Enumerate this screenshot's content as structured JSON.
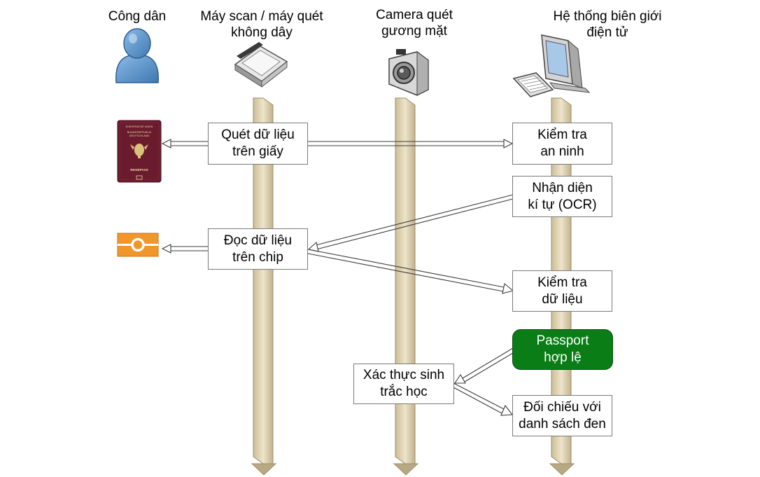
{
  "actors": {
    "citizen": "Công dân",
    "scanner": [
      "Máy scan / máy quét",
      "không dây"
    ],
    "camera": [
      "Camera quét",
      "gương mặt"
    ],
    "system": [
      "Hệ thống biên giới",
      "điện tử"
    ]
  },
  "boxes": {
    "scan_paper": [
      "Quét dữ liệu",
      "trên giấy"
    ],
    "security_check": [
      "Kiểm tra",
      "an ninh"
    ],
    "ocr": [
      "Nhận diện",
      "kí tự (OCR)"
    ],
    "read_chip": [
      "Đọc dữ liệu",
      "trên chip"
    ],
    "data_check": [
      "Kiểm tra",
      "dữ liệu"
    ],
    "passport_valid": [
      "Passport",
      "hợp lệ"
    ],
    "biometric": [
      "Xác thực sinh",
      "trắc học"
    ],
    "blacklist": [
      "Đối chiếu với",
      "danh sách đen"
    ]
  },
  "passport_cover": {
    "union": "EUROPÄISCHE UNION",
    "country": [
      "BUNDESREPUBLIK",
      "DEUTSCHLAND"
    ],
    "type": "REISEPASS"
  },
  "colors": {
    "lifeline": "#e3d6b8",
    "lifeline_stroke": "#9e8e6a",
    "box_border": "#7a7a7a",
    "valid_green": "#0a7d16",
    "passport_red": "#6b1b2e",
    "chip_orange": "#f0962a",
    "person_blue": "#5b96cf"
  }
}
